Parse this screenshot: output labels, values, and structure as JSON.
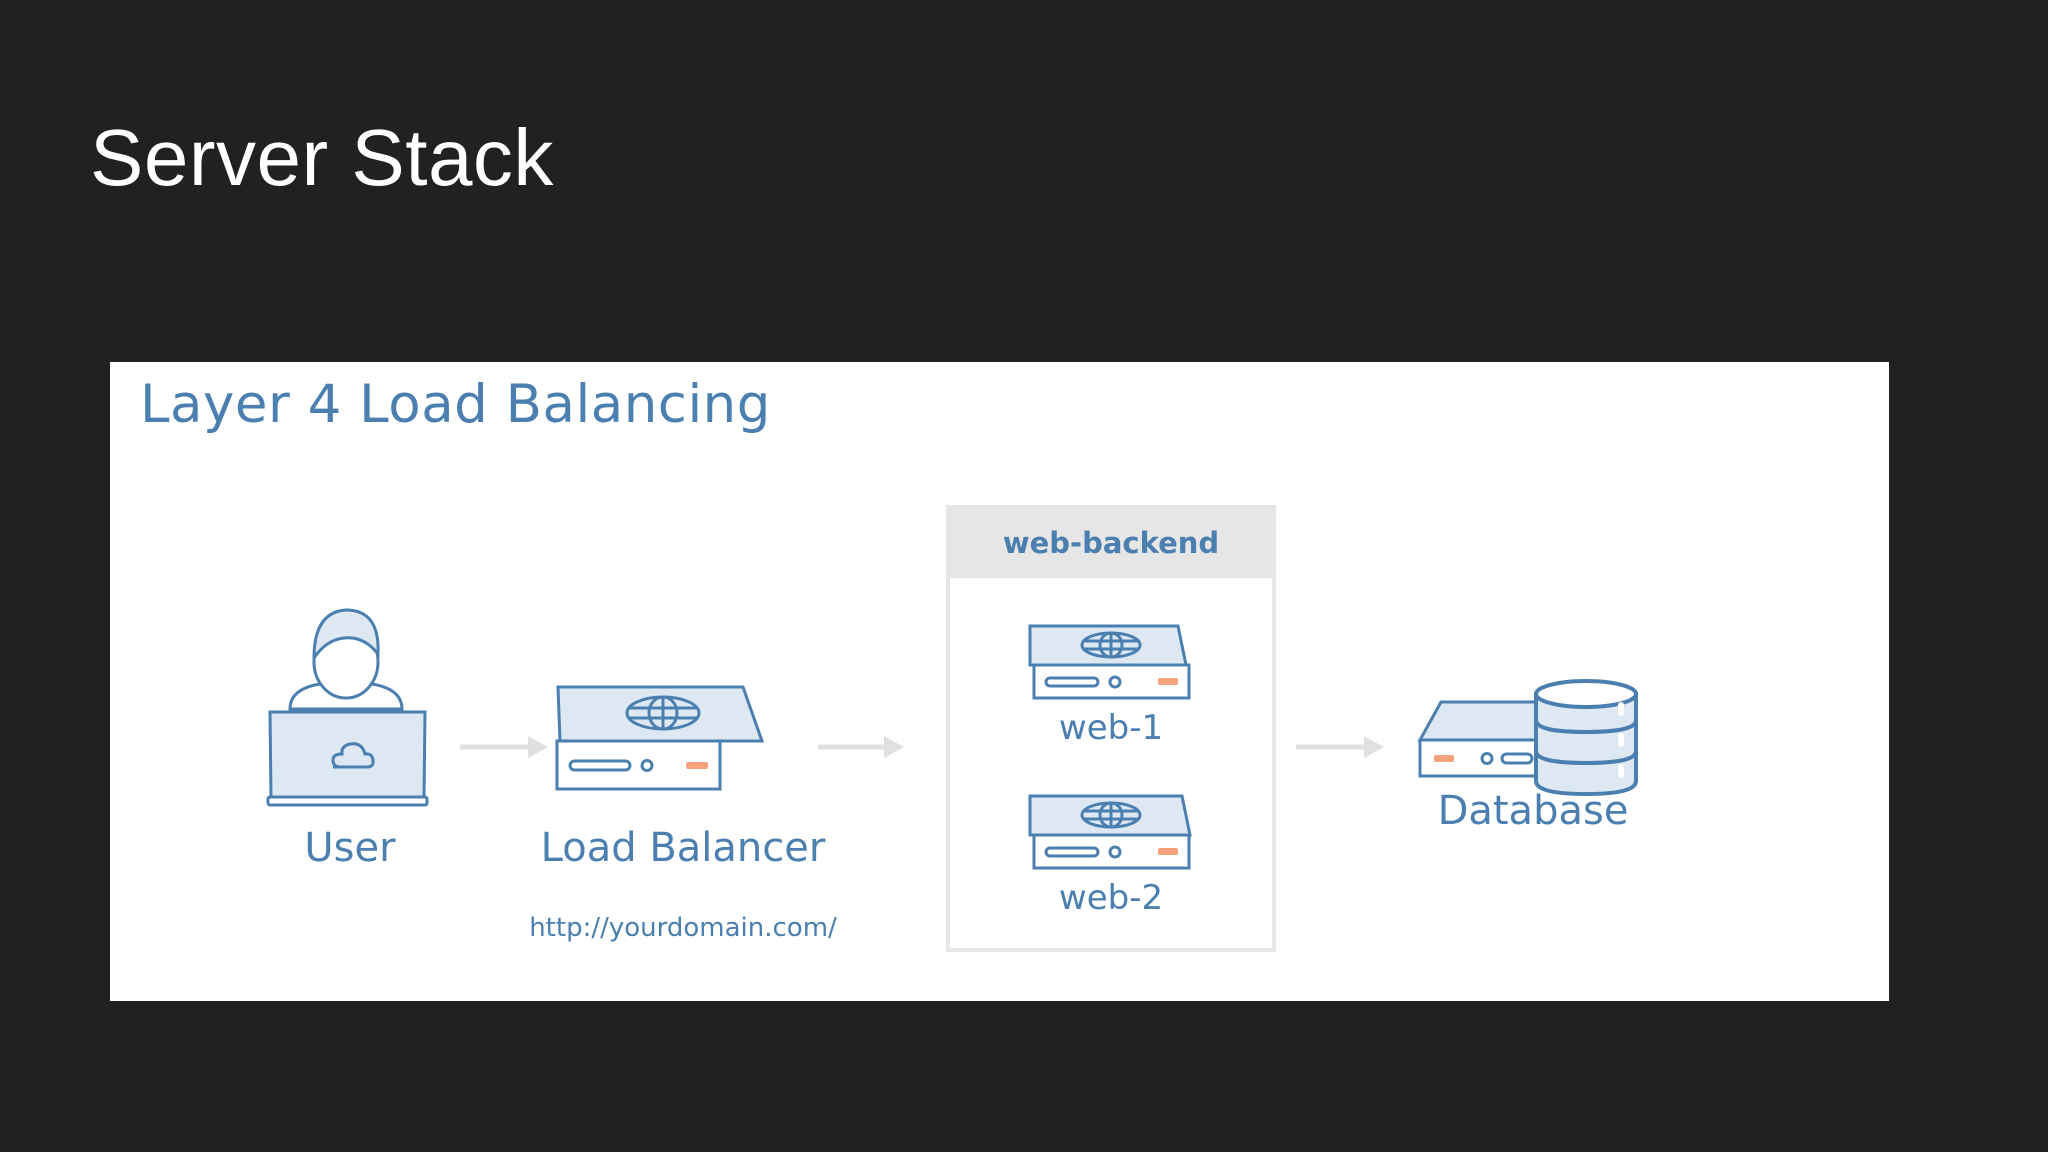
{
  "slide": {
    "title": "Server Stack"
  },
  "diagram": {
    "heading": "Layer 4 Load Balancing",
    "user_label": "User",
    "load_balancer_label": "Load Balancer",
    "load_balancer_url": "http://yourdomain.com/",
    "backend_group_label": "web-backend",
    "web1_label": "web-1",
    "web2_label": "web-2",
    "database_label": "Database"
  },
  "colors": {
    "background": "#212121",
    "panel": "#ffffff",
    "diagram_blue": "#4a7fb0",
    "icon_fill": "#dde8f3",
    "accent_orange": "#f4a27e",
    "arrow_gray": "#e0e0e0",
    "group_header": "#e6e6e6"
  }
}
